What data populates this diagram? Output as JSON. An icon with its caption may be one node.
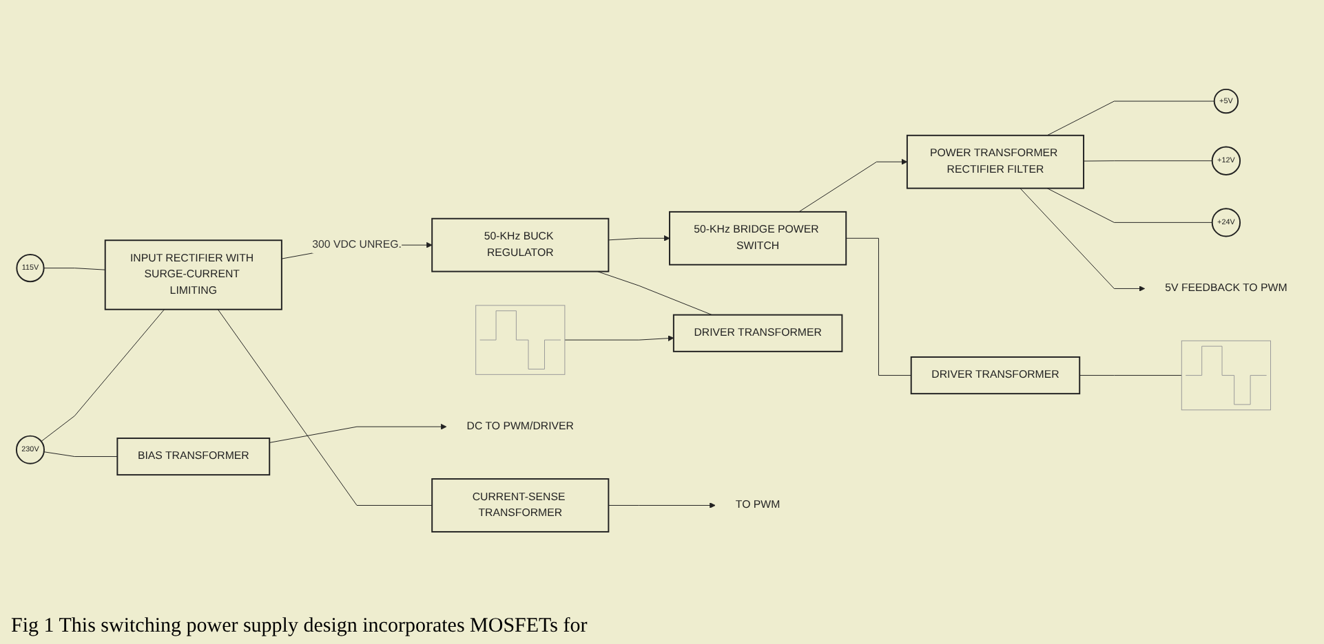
{
  "diagram": {
    "caption": "Fig 1 This switching power supply design incorporates MOSFETs for",
    "nodes": [
      {
        "text": [
          "115V"
        ]
      },
      {
        "text": [
          "230V"
        ]
      },
      {
        "text": [
          "INPUT RECTIFIER WITH SURGE-CURRENT LIMITING"
        ]
      },
      {
        "text": [
          "50-KHz BUCK REGULATOR"
        ]
      },
      {
        "text": [
          "50-KHz BRIDGE POWER SWITCH"
        ]
      },
      {
        "text": [
          "POWER TRANSFORMER RECTIFIER FILTER"
        ]
      },
      {
        "text": [
          "+5V"
        ]
      },
      {
        "text": [
          "+12V"
        ]
      },
      {
        "text": [
          "+24V"
        ]
      },
      {
        "text": [
          "BIAS TRANSFORMER"
        ]
      },
      {
        "text": [
          "CURRENT-SENSE TRANSFORMER"
        ]
      },
      {
        "text": [
          "DRIVER TRANSFORMER"
        ]
      },
      {
        "text": [
          "DRIVER TRANSFORMER"
        ]
      },
      {
        "text": [
          "DC TO PWM/DRIVER"
        ]
      },
      {
        "text": [
          "TO PWM"
        ]
      },
      {
        "text": [
          "5V FEEDBACK TO PWM"
        ]
      },
      {
        "text": [],
        "shape": "picture"
      },
      {
        "text": [],
        "shape": "picture"
      }
    ],
    "edges": [
      {
        "from": 0,
        "to": 2,
        "arrow": "none"
      },
      {
        "from": 1,
        "to": 2,
        "arrow": "none"
      },
      {
        "from": 1,
        "to": 9,
        "arrow": "none"
      },
      {
        "from": 2,
        "to": 3,
        "arrow": "to",
        "label": "300 VDC UNREG."
      },
      {
        "from": 2,
        "to": 10,
        "arrow": "none"
      },
      {
        "from": 3,
        "to": 4,
        "arrow": "to"
      },
      {
        "from": 4,
        "to": 5,
        "arrow": "to"
      },
      {
        "from": 5,
        "to": 6,
        "arrow": "none"
      },
      {
        "from": 5,
        "to": 7,
        "arrow": "none"
      },
      {
        "from": 5,
        "to": 8,
        "arrow": "none"
      },
      {
        "from": 3,
        "to": 11,
        "arrow": "none"
      },
      {
        "from": 4,
        "to": 12,
        "arrow": "none"
      },
      {
        "from": 9,
        "to": 13,
        "arrow": "to"
      },
      {
        "from": 10,
        "to": 14,
        "arrow": "to"
      },
      {
        "from": 5,
        "to": 15,
        "arrow": "to"
      },
      {
        "from": 16,
        "to": 11,
        "arrow": "to"
      },
      {
        "from": 12,
        "to": 17,
        "arrow": "none"
      }
    ]
  }
}
